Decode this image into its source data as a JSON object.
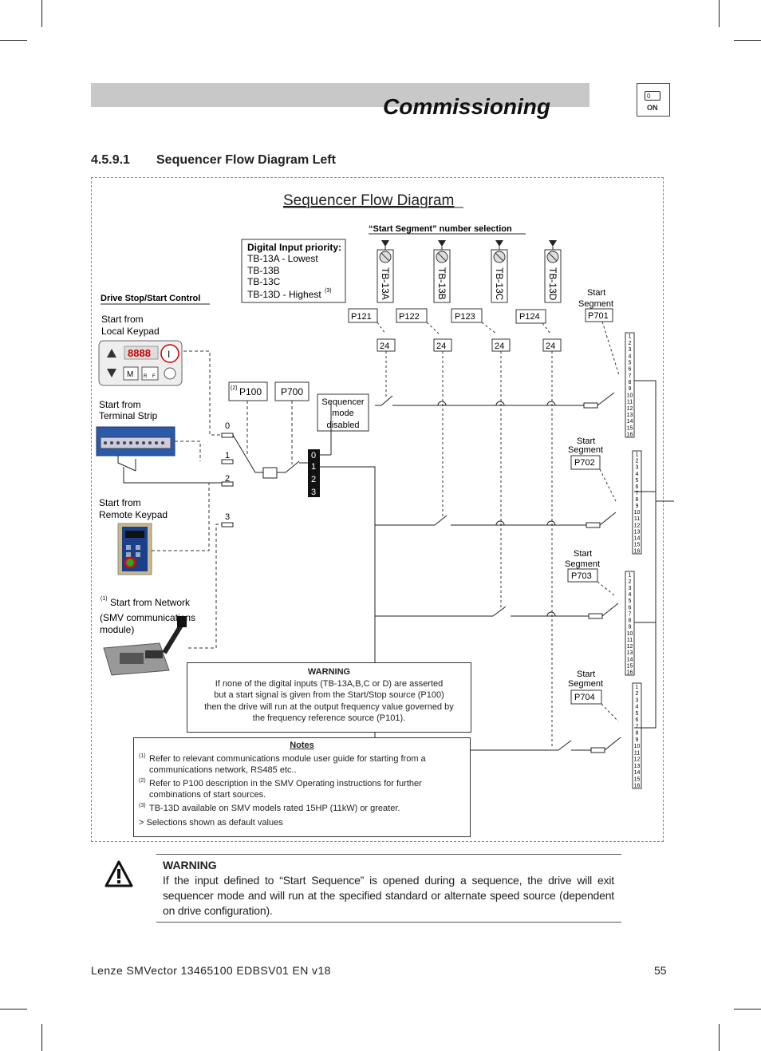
{
  "header": {
    "title": "Commissioning",
    "on_switch_zero": "0",
    "on_switch_label": "ON"
  },
  "section": {
    "number": "4.5.9.1",
    "title": "Sequencer Flow Diagram Left"
  },
  "diagram": {
    "title": "Sequencer Flow Diagram",
    "segment_selection_label": "“Start Segment” number selection",
    "priority_box": {
      "title": "Digital Input priority:",
      "lines": [
        "TB-13A - Lowest",
        "TB-13B",
        "TB-13C",
        "TB-13D - Highest"
      ],
      "footnote_ref": "(3)"
    },
    "drive_stop_start_label": "Drive Stop/Start Control",
    "sources": {
      "local_keypad": [
        "Start from",
        "Local Keypad"
      ],
      "terminal_strip": [
        "Start from",
        "Terminal Strip"
      ],
      "remote_keypad": [
        "Start from",
        "Remote Keypad"
      ],
      "network": {
        "ref": "(1)",
        "line1": "Start from Network",
        "line2": "(SMV communications",
        "line3": "module)"
      }
    },
    "keypad_display": "8888",
    "keypad_keys": {
      "run": "I",
      "mode": "M",
      "r": "R",
      "f": "F"
    },
    "selector_positions": [
      "0",
      "1",
      "2",
      "3"
    ],
    "p100_ref": "(2)",
    "p100": "P100",
    "p700": "P700",
    "sequencer_disabled": [
      "Sequencer",
      "mode",
      "disabled"
    ],
    "selector_block": [
      "0",
      "1",
      "2",
      "3"
    ],
    "terminals": [
      "TB-13A",
      "TB-13B",
      "TB-13C",
      "TB-13D"
    ],
    "params_in": [
      "P121",
      "P122",
      "P123",
      "P124"
    ],
    "param_value": "24",
    "start_segment_label": [
      "Start",
      "Segment"
    ],
    "segment_params": [
      "P701",
      "P702",
      "P703",
      "P704"
    ],
    "segment_numbers": [
      "1",
      "2",
      "3",
      "4",
      "5",
      "6",
      "7",
      "8",
      "9",
      "10",
      "11",
      "12",
      "13",
      "14",
      "15",
      "16"
    ],
    "warning_box": {
      "title": "WARNING",
      "lines": [
        "If none of the digital inputs (TB-13A,B,C or D) are asserted",
        "but a start signal is given from the Start/Stop source (P100)",
        "then the drive will run at the output frequency value governed by",
        "the frequency reference source (P101)."
      ]
    },
    "notes": {
      "title": "Notes",
      "items": [
        {
          "ref": "(1)",
          "text": "Refer to relevant communications module user guide for starting from a",
          "text2": "communications network, RS485 etc.."
        },
        {
          "ref": "(2)",
          "text": "Refer to P100 description in the SMV Operating instructions for further",
          "text2": "combinations of start sources."
        },
        {
          "ref": "(3)",
          "text": "TB-13D available on SMV models rated 15HP (11kW) or greater.",
          "text2": ""
        }
      ],
      "default_line": "> Selections shown as default values"
    }
  },
  "page_warning": {
    "title": "WARNING",
    "text": "If the input defined to “Start Sequence” is opened during a sequence, the drive will exit sequencer mode and will run at the specified standard or alternate speed source (dependent on drive configuration)."
  },
  "footer": {
    "doc": "Lenze  SMVector  13465100  EDBSV01  EN  v18",
    "page": "55"
  }
}
